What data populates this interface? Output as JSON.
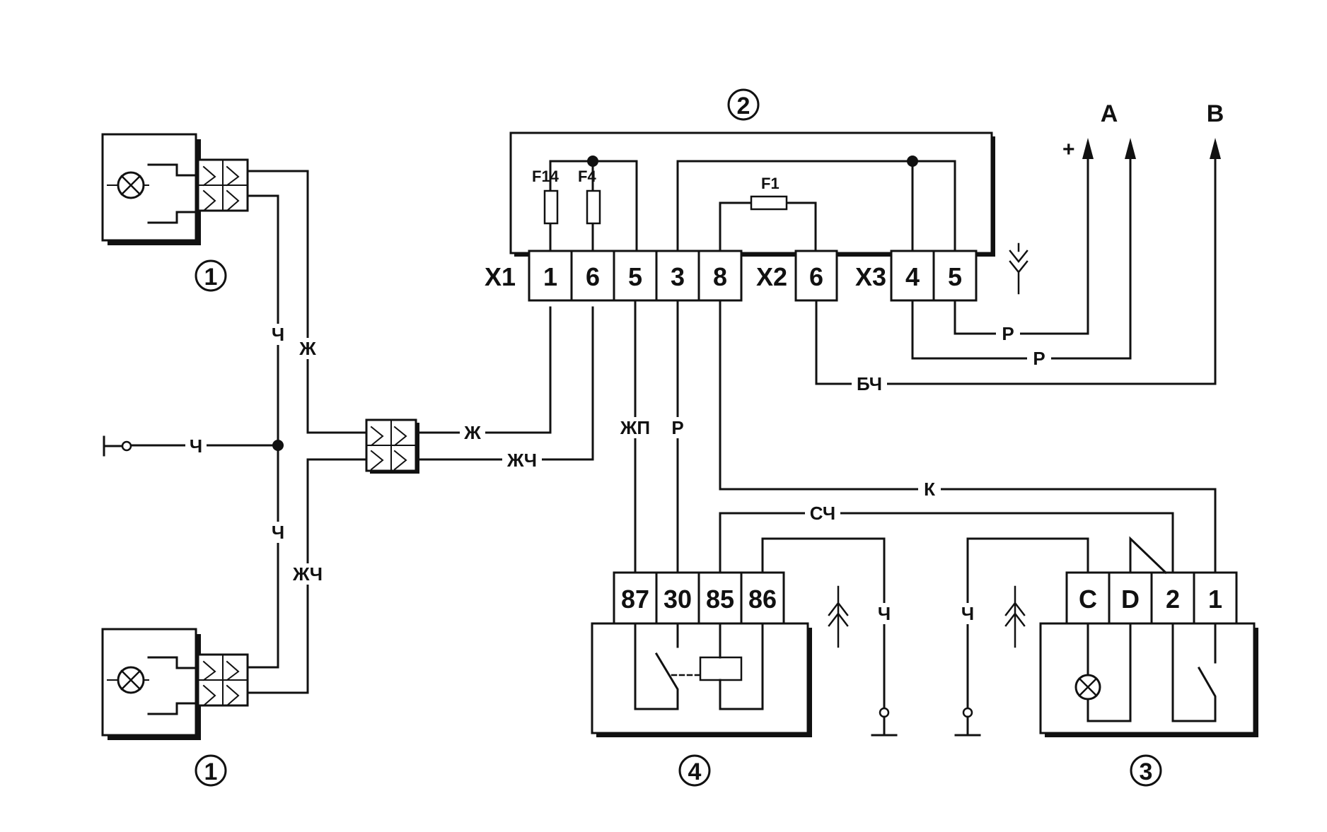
{
  "callouts": {
    "lamp_top": "1",
    "lamp_bottom": "1",
    "mount_block": "2",
    "switch_3": "3",
    "relay_4": "4"
  },
  "outputs": {
    "a": "A",
    "b": "B",
    "plus": "+"
  },
  "mount_block": {
    "x1_label": "X1",
    "x2_label": "X2",
    "x3_label": "X3",
    "x1_pins": [
      "1",
      "6",
      "5",
      "3",
      "8"
    ],
    "x2_pins": [
      "6"
    ],
    "x3_pins": [
      "4",
      "5"
    ],
    "fuses": {
      "f14": "F14",
      "f4": "F4",
      "f1": "F1"
    }
  },
  "relay": {
    "pins": [
      "87",
      "30",
      "85",
      "86"
    ]
  },
  "switch": {
    "pins": [
      "C",
      "D",
      "2",
      "1"
    ]
  },
  "wires": {
    "ch_left": "Ч",
    "ch_upper": "Ч",
    "ch_lower": "Ч",
    "zh_upper": "Ж",
    "zhch_lower": "ЖЧ",
    "zh_mid": "Ж",
    "zhch_mid": "ЖЧ",
    "zhp": "ЖП",
    "r_3": "Р",
    "k": "К",
    "sch": "СЧ",
    "ch_relay_gnd": "Ч",
    "ch_switch_gnd": "Ч",
    "r_x3_5": "Р",
    "r_x3_4": "Р",
    "bch": "БЧ"
  }
}
